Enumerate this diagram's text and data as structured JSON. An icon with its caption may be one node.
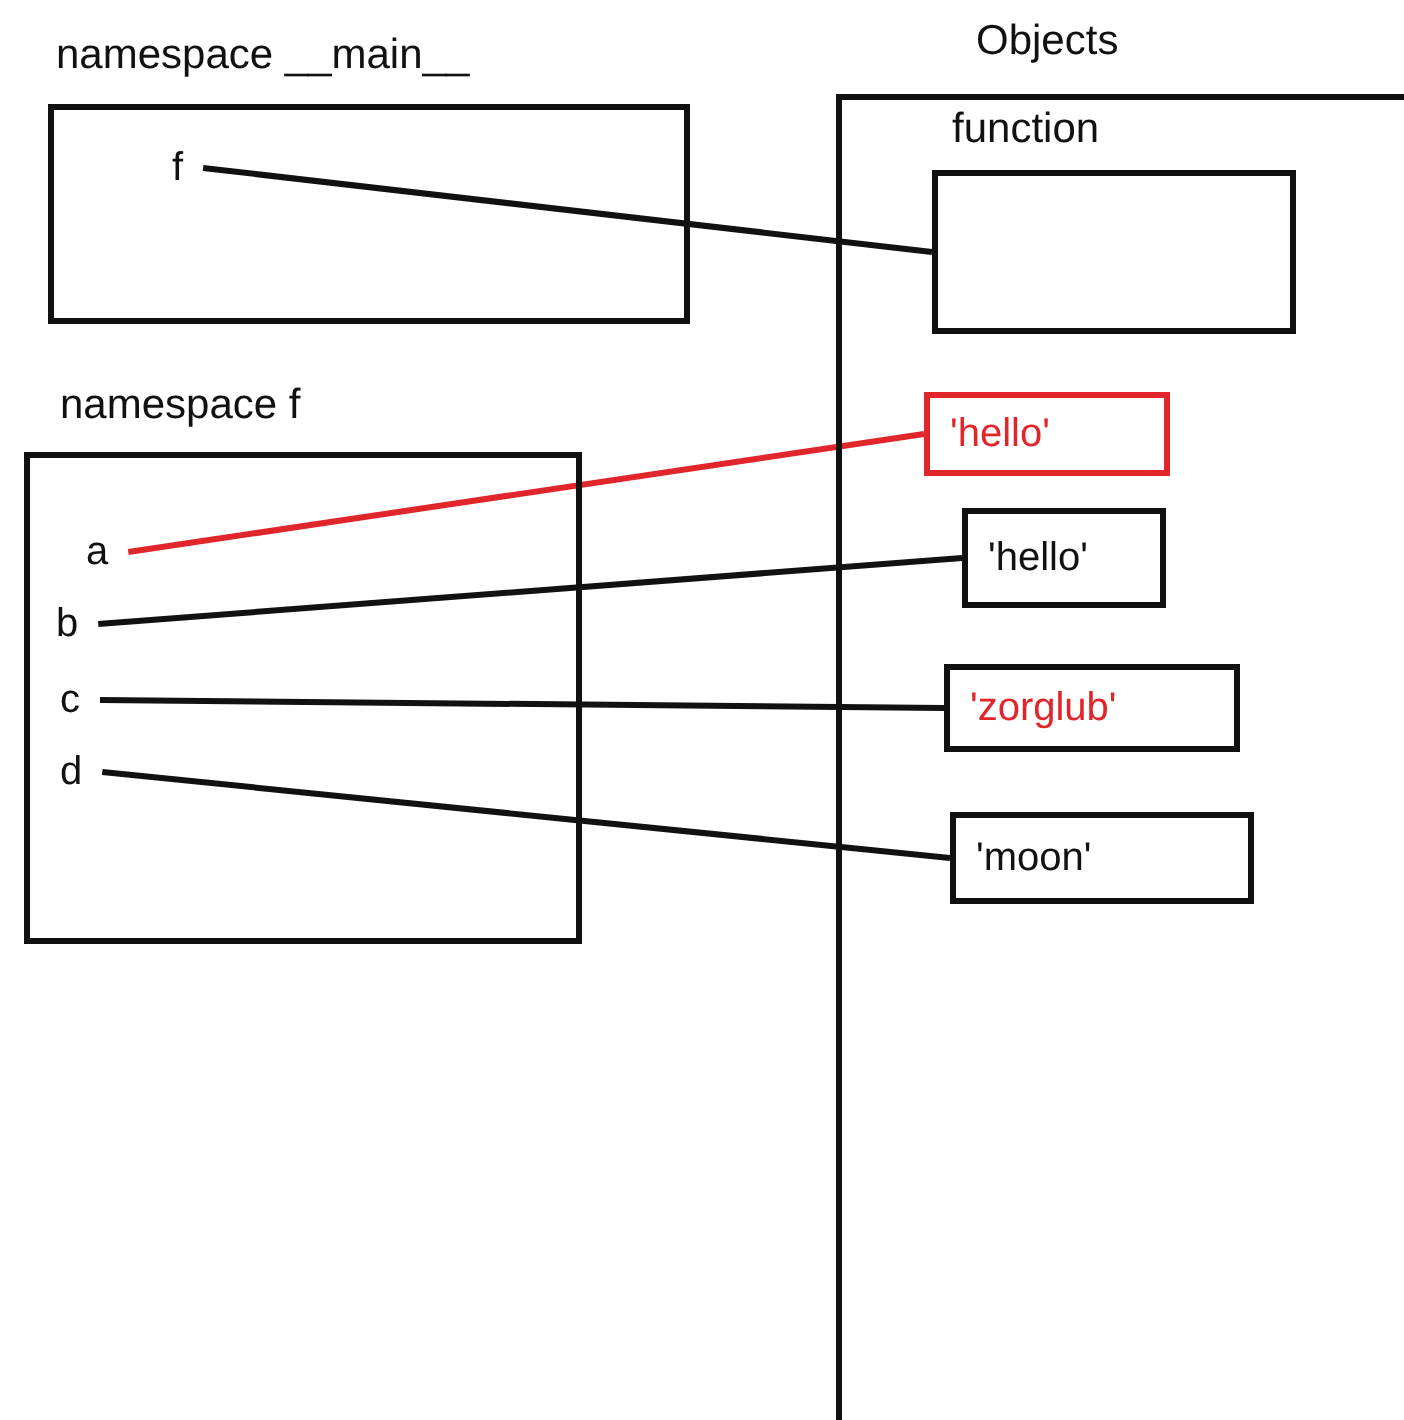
{
  "diagram": {
    "nodes": [
      {
        "text": [
          "namespace __main__"
        ]
      },
      {
        "text": [
          "f"
        ],
        "in": 0
      },
      {
        "text": [
          "Objects"
        ]
      },
      {
        "text": [
          "function"
        ],
        "in": 2
      },
      {
        "text": [
          "namespace f"
        ]
      },
      {
        "text": [
          "a"
        ],
        "in": 4
      },
      {
        "text": [
          "b"
        ],
        "in": 4
      },
      {
        "text": [
          "c"
        ],
        "in": 4
      },
      {
        "text": [
          "d"
        ],
        "in": 4
      },
      {
        "text": [
          "'hello'"
        ],
        "in": 2
      },
      {
        "text": [
          "'hello'"
        ],
        "in": 2
      },
      {
        "text": [
          "'zorglub'"
        ],
        "in": 2
      },
      {
        "text": [
          "'moon'"
        ],
        "in": 2
      }
    ],
    "edges": [
      {
        "from": 1,
        "to": 3,
        "arrow": "none"
      },
      {
        "from": 5,
        "to": 9,
        "arrow": "none",
        "color": "#e0252b"
      },
      {
        "from": 6,
        "to": 10,
        "arrow": "none"
      },
      {
        "from": 7,
        "to": 11,
        "arrow": "none"
      },
      {
        "from": 8,
        "to": 12,
        "arrow": "none"
      }
    ]
  }
}
